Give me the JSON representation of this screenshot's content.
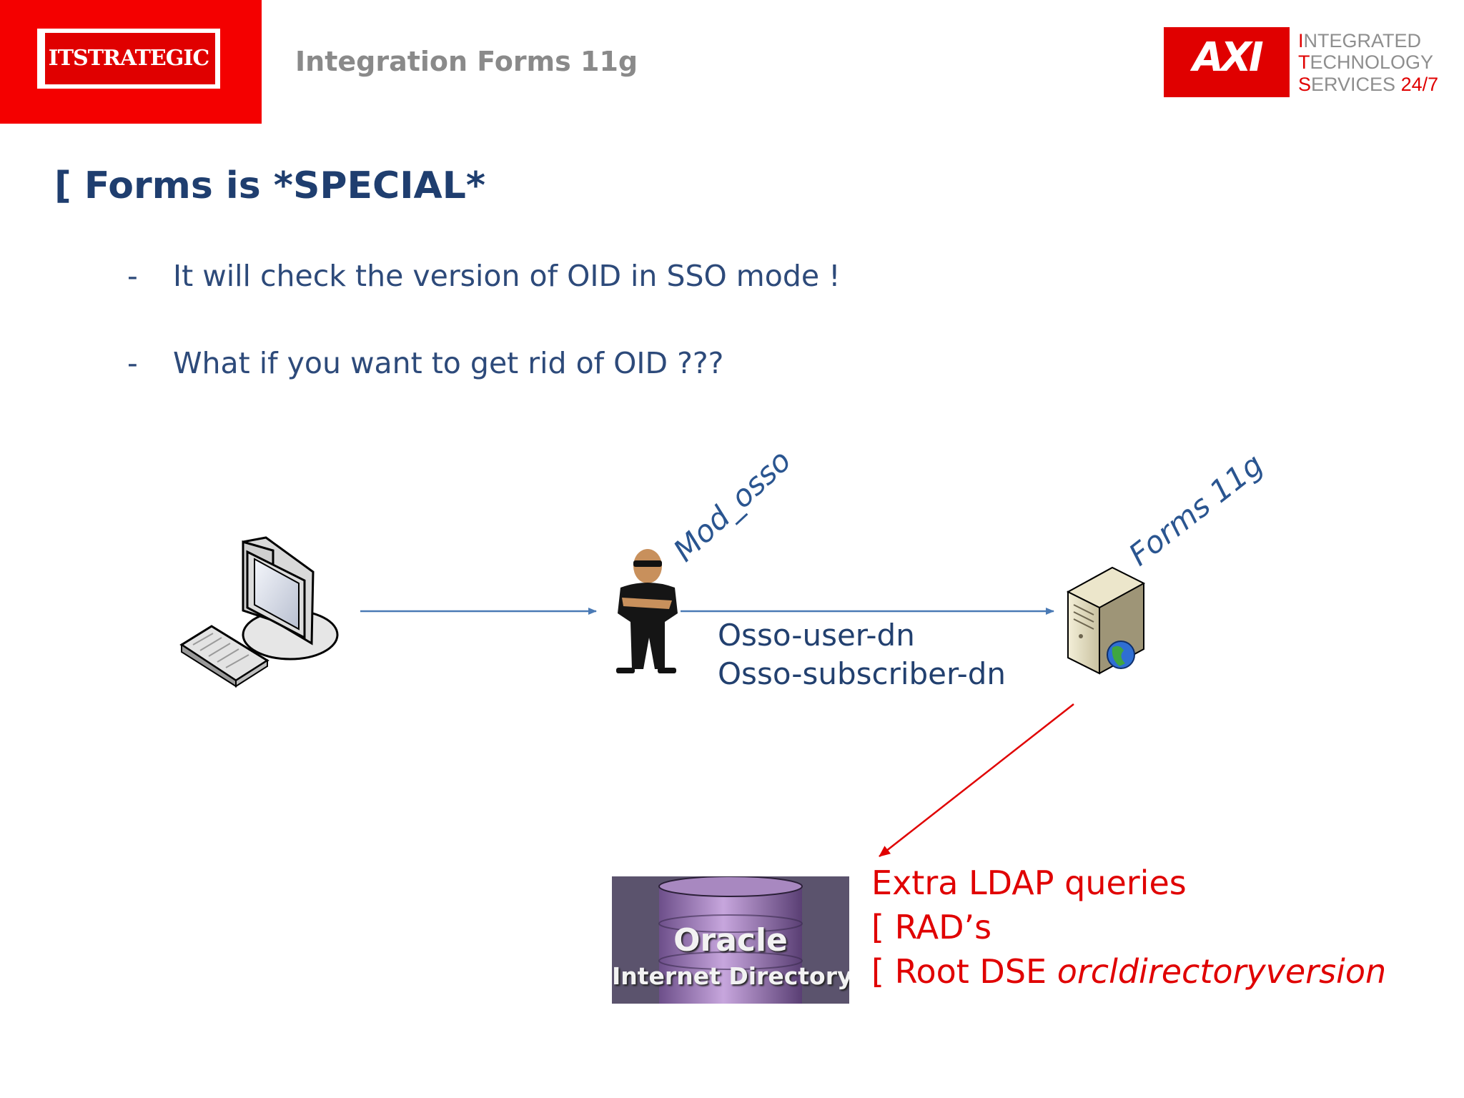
{
  "header": {
    "brand_text": "ITSTRATEGIC",
    "title": "Integration Forms 11g",
    "partner_logo_text": "AXI",
    "partner_tagline": [
      {
        "cap": "I",
        "rest": "NTEGRATED",
        "suffix": ""
      },
      {
        "cap": "T",
        "rest": "ECHNOLOGY",
        "suffix": ""
      },
      {
        "cap": "S",
        "rest": "ERVICES ",
        "suffix": "24/7"
      }
    ]
  },
  "slide": {
    "heading": "[ Forms is *SPECIAL*",
    "bullets": [
      {
        "dash": "-",
        "text": "It will check the version of OID in SSO mode !"
      },
      {
        "dash": "-",
        "text": "What if you want to get rid of OID ???"
      }
    ]
  },
  "diagram": {
    "proxy_label": "Mod_osso",
    "server_label": "Forms 11g",
    "headers": [
      "Osso-user-dn",
      "Osso-subscriber-dn"
    ],
    "oid_logo": {
      "line1": "Oracle",
      "line2": "Internet Directory"
    },
    "ldap_notes": [
      {
        "text": "Extra LDAP queries",
        "italic": ""
      },
      {
        "text": "[ RAD’s",
        "italic": ""
      },
      {
        "text": "[ Root DSE ",
        "italic": "orcldirectoryversion"
      }
    ]
  },
  "colors": {
    "brand_red": "#f40000",
    "heading_blue": "#1f3e6f",
    "arrow_blue": "#4a7ab5",
    "alert_red": "#e00000"
  }
}
